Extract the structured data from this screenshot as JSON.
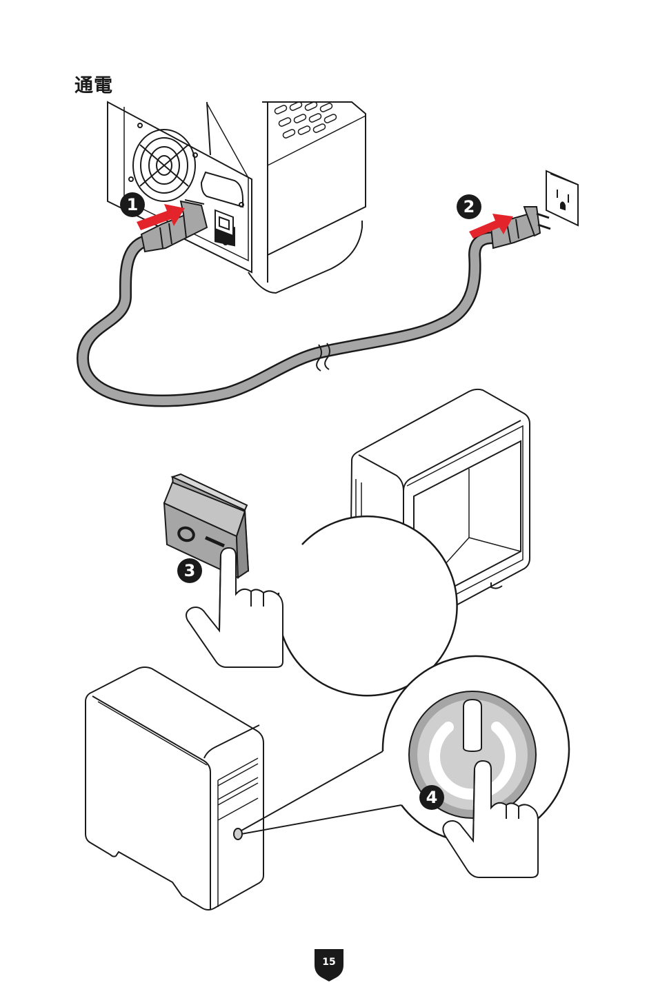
{
  "page": {
    "title": "通電",
    "page_number": "15"
  },
  "steps": [
    {
      "number": "1",
      "label": "plug-cable-into-psu"
    },
    {
      "number": "2",
      "label": "plug-cable-into-wall-outlet"
    },
    {
      "number": "3",
      "label": "switch-psu-on"
    },
    {
      "number": "4",
      "label": "press-power-button"
    }
  ],
  "colors": {
    "arrow": "#e4242b",
    "cable": "#a6a6a6",
    "outline": "#1a1a1a",
    "badge": "#1a1a1a",
    "button_fill": "#cfcfcf"
  }
}
